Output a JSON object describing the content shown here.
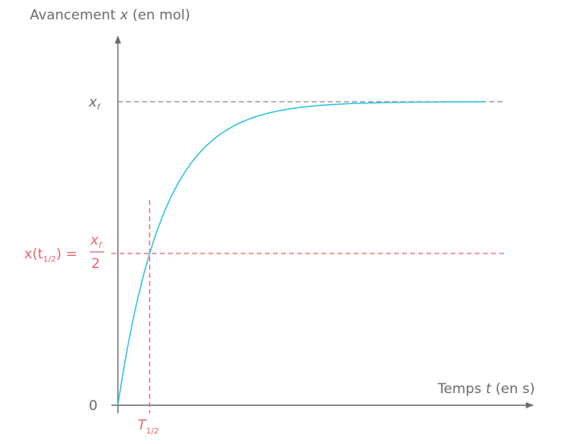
{
  "chart_data": {
    "type": "line",
    "ylabel": {
      "text": "Avancement ",
      "var": "x",
      "unit": " (en mol)"
    },
    "xlabel": {
      "text": "Temps ",
      "var": "t",
      "unit": " (en s)"
    },
    "origin_label": "0",
    "series": [
      {
        "curve": "x(t) = x_f (1 − e^(−t/τ))",
        "x": [
          0,
          0.25,
          0.5,
          0.75,
          1,
          1.5,
          2,
          3,
          4,
          5,
          6,
          7,
          8
        ],
        "y": [
          0,
          0.221,
          0.393,
          0.528,
          0.632,
          0.777,
          0.865,
          0.95,
          0.982,
          0.993,
          0.998,
          0.999,
          1.0
        ]
      }
    ],
    "asymptote": {
      "label_var": "x",
      "label_sub": "f",
      "y": 1.0,
      "color": "#8a8a8a",
      "style": "dashed"
    },
    "half_point": {
      "y_label": {
        "prefix": "x(t",
        "sub": "1/2",
        "suffix": ") =",
        "num_var": "x",
        "num_sub": "f",
        "den": "2"
      },
      "x_label": {
        "var": "T",
        "sub": "1/2"
      },
      "x": 0.693,
      "y": 0.5,
      "color": "#e8636f"
    },
    "curve_color": "#2bc3df",
    "axis_color": "#6b6b6b",
    "xlim": [
      0,
      8.4
    ],
    "ylim": [
      0,
      1
    ]
  }
}
